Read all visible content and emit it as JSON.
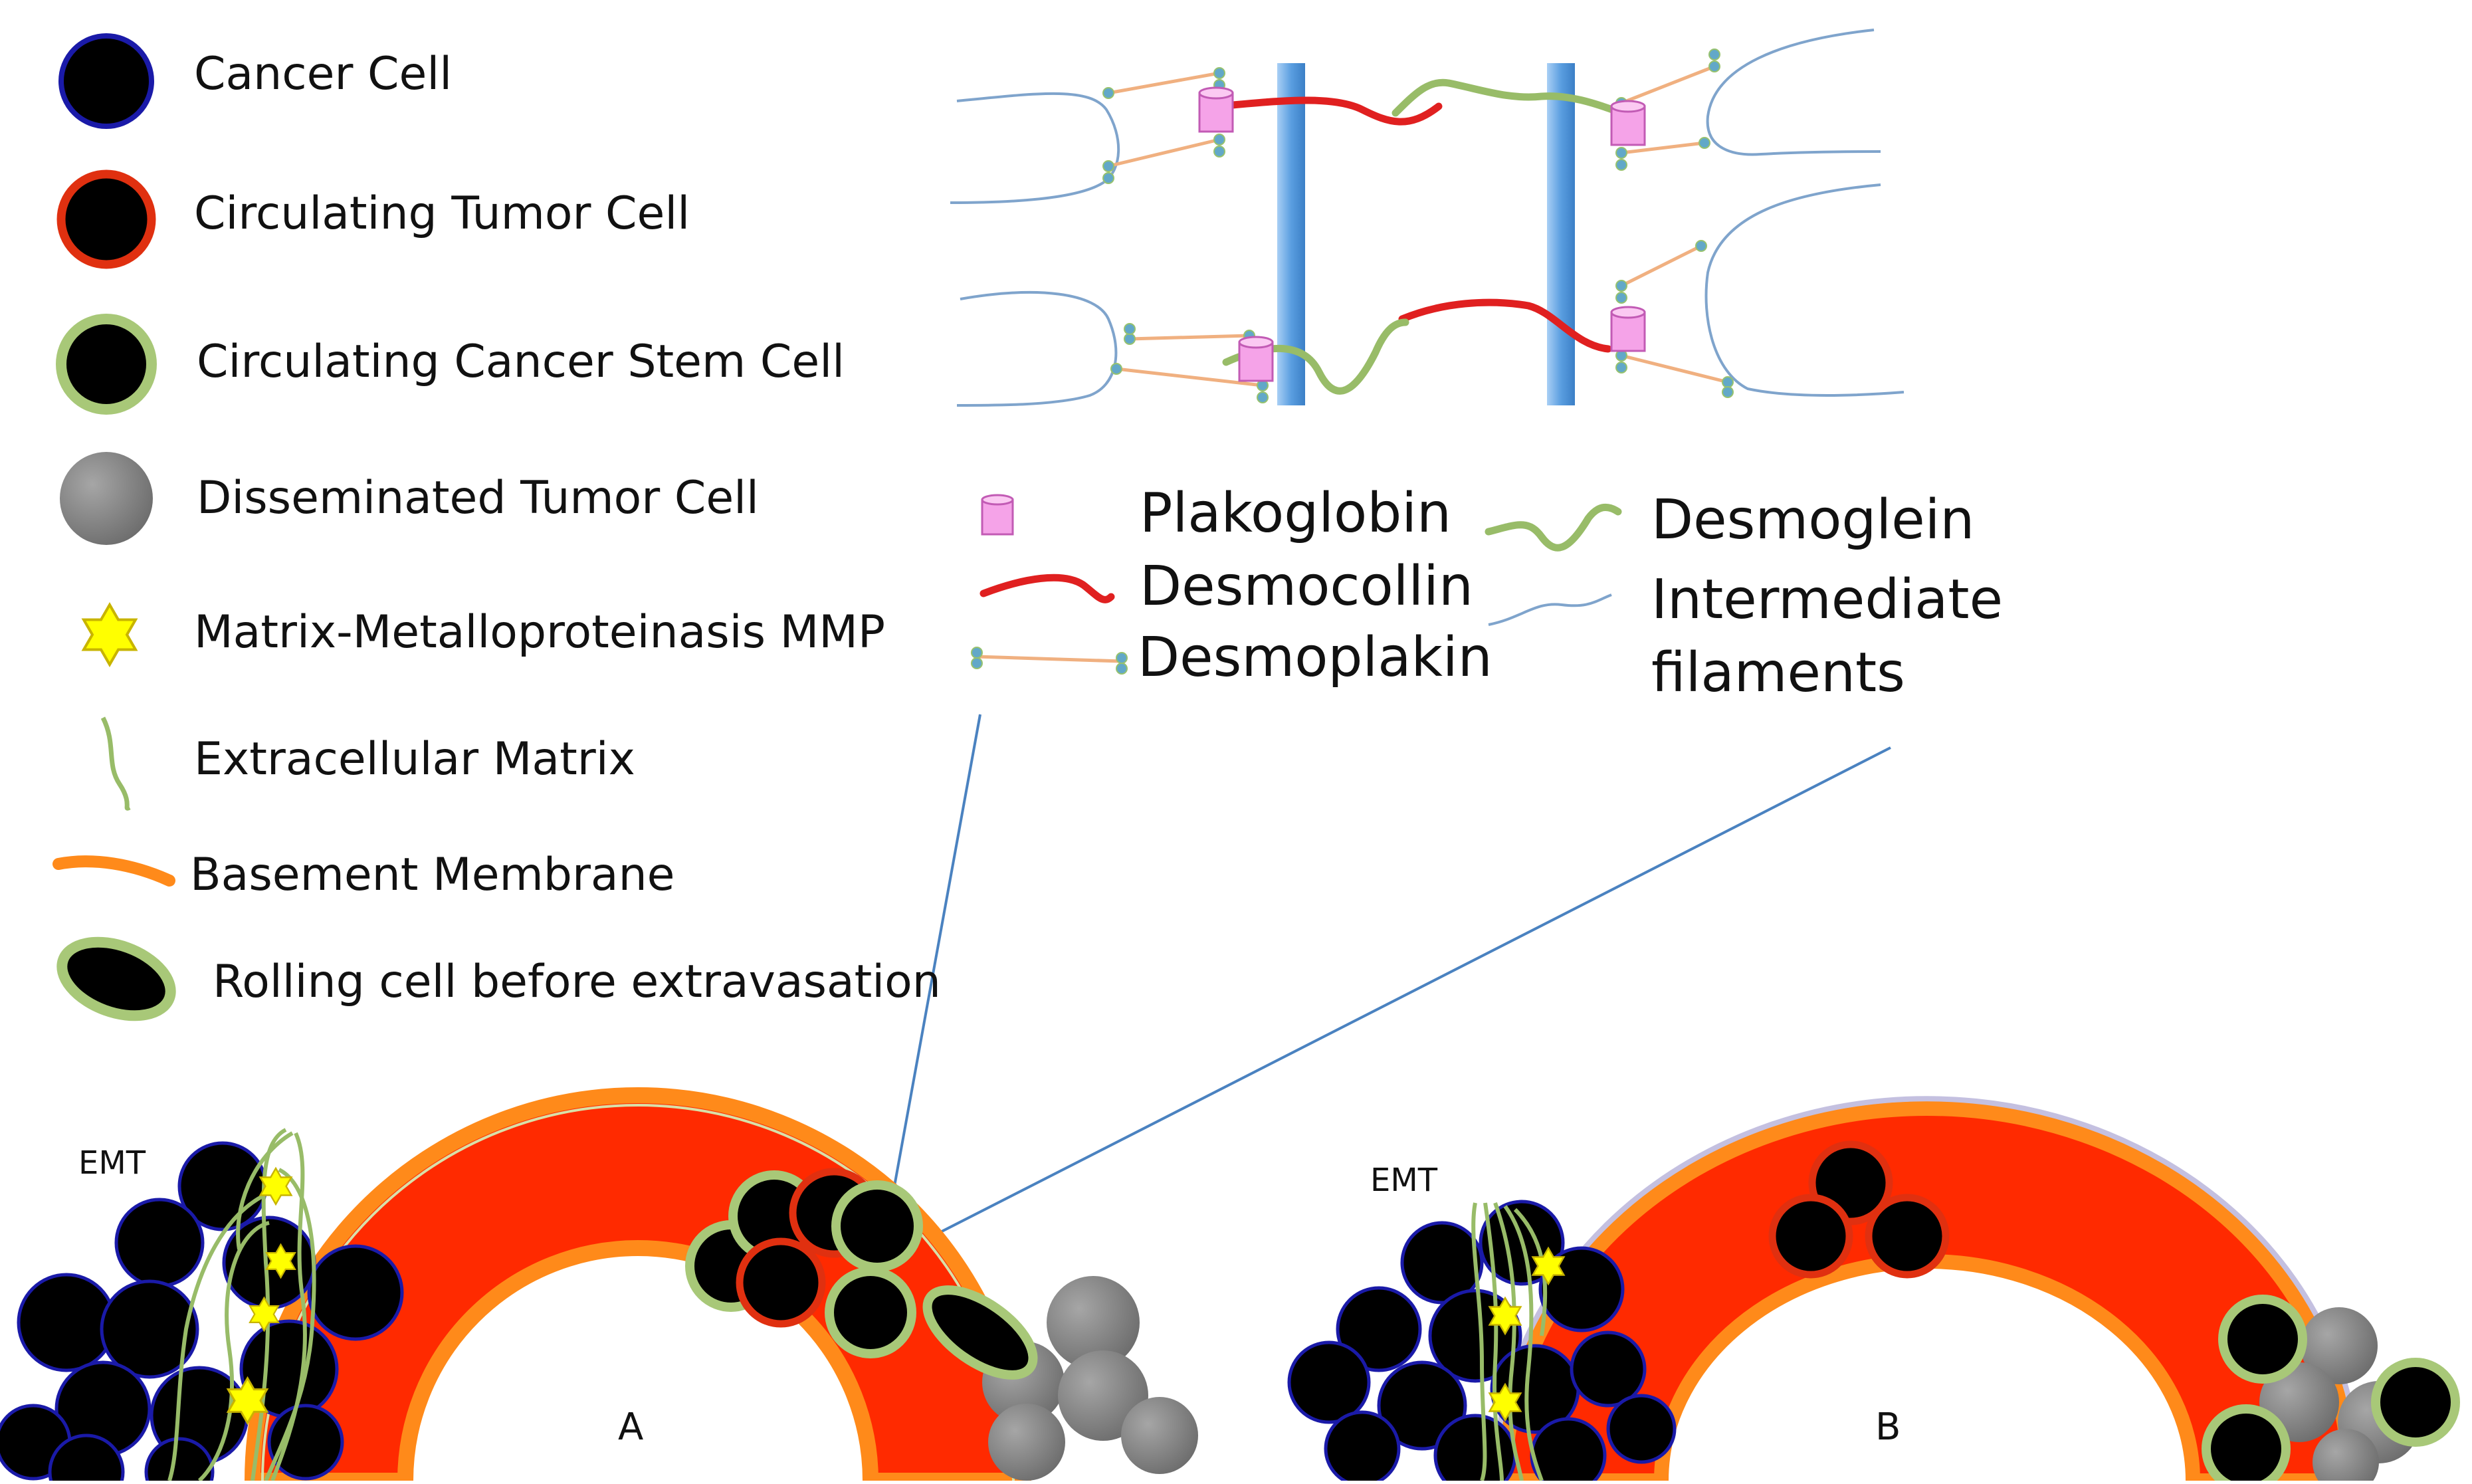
{
  "legend": {
    "items": [
      {
        "label": "Cancer Cell",
        "icon": "cancer-cell-icon"
      },
      {
        "label": "Circulating Tumor Cell",
        "icon": "circulating-tumor-cell-icon"
      },
      {
        "label": "Circulating Cancer Stem Cell",
        "icon": "circulating-cancer-stem-cell-icon"
      },
      {
        "label": "Disseminated Tumor Cell",
        "icon": "disseminated-tumor-cell-icon"
      },
      {
        "label": "Matrix-Metalloproteinasis MMP",
        "icon": "mmp-star-icon"
      },
      {
        "label": "Extracellular Matrix",
        "icon": "extracellular-matrix-icon"
      },
      {
        "label": "Basement Membrane",
        "icon": "basement-membrane-icon"
      },
      {
        "label": "Rolling cell before extravasation",
        "icon": "rolling-cell-icon"
      }
    ]
  },
  "desmosome_legend": {
    "plakoglobin": "Plakoglobin",
    "desmocollin": "Desmocollin",
    "desmoplakin": "Desmoplakin",
    "desmoglein": "Desmoglein",
    "intermediate_line1": "Intermediate",
    "intermediate_line2": "filaments"
  },
  "panels": {
    "a_label": "A",
    "b_label": "B",
    "emt_a": "EMT",
    "emt_b": "EMT"
  },
  "colors": {
    "cell_fill": "#000000",
    "cancer_border": "#1a1aa8",
    "ctc_border": "#e03010",
    "stem_border": "#a8c878",
    "dtc_fill": "#8a8a8a",
    "mmp_star": "#ffff00",
    "vessel": "#ff2a00",
    "membrane": "#ff8a1a",
    "plakoglobin": "#f5a3e8",
    "desmocollin": "#e02020",
    "desmoglein": "#98bc68",
    "desmoplakin": "#f0b080",
    "filament": "#7fa4cc",
    "column": "#5a9ee0"
  }
}
